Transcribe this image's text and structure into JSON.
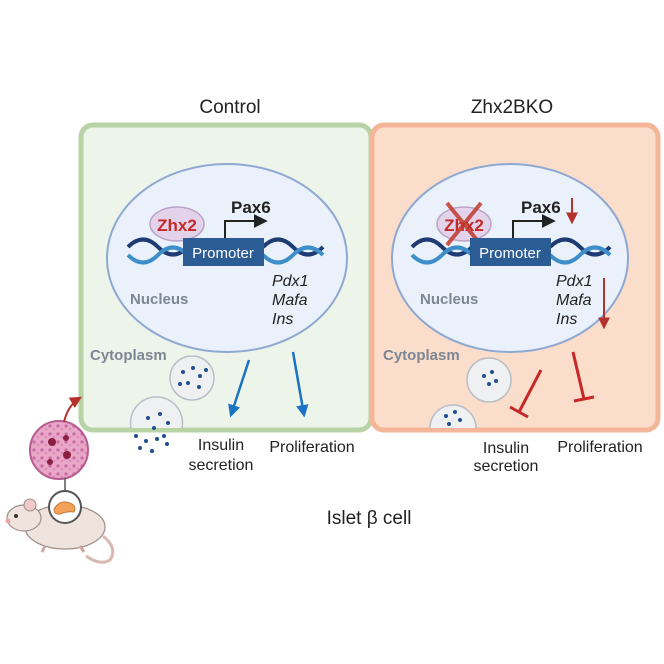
{
  "panels": {
    "control": {
      "title": "Control"
    },
    "ko": {
      "title": "Zhx2BKO"
    }
  },
  "cell": {
    "nucleus_label": "Nucleus",
    "cytoplasm_label": "Cytoplasm",
    "zhx2_label": "Zhx2",
    "promoter_label": "Promoter",
    "pax6_label": "Pax6",
    "targets": [
      "Pdx1",
      "Mafa",
      "Ins"
    ]
  },
  "outputs": {
    "insulin_secretion_line1": "Insulin",
    "insulin_secretion_line2": "secretion",
    "proliferation": "Proliferation"
  },
  "caption": "Islet β cell",
  "colors": {
    "control_fill": "#edf4ea",
    "control_border": "#b8d4a6",
    "ko_fill": "#fbddcb",
    "ko_border": "#f4b699",
    "nucleus_fill": "#eaf1fa",
    "nucleus_stroke": "#8ea8d1",
    "promoter_fill": "#2b5c93",
    "zhx2_red": "#c62828",
    "blue_arrow": "#1b73c4",
    "red_inhibit": "#c62828",
    "dna_dark": "#1f3b73",
    "dna_light": "#3e8fc9"
  }
}
